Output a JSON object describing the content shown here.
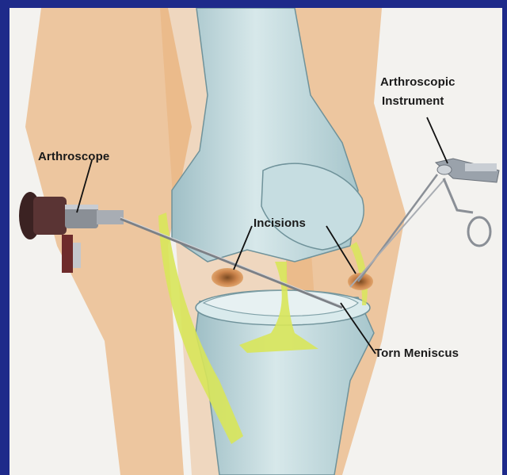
{
  "labels": {
    "arthroscope": "Arthroscope",
    "instrument_line1": "Arthroscopic",
    "instrument_line2": "Instrument",
    "incisions": "Incisions",
    "torn_meniscus": "Torn Meniscus"
  },
  "colors": {
    "frame": "#1e2a8a",
    "background": "#f3f2ef",
    "skin": "#e8a25c",
    "bone": "#b9d3d8",
    "ligament": "#d8e65a",
    "incision": "#c9824a"
  }
}
